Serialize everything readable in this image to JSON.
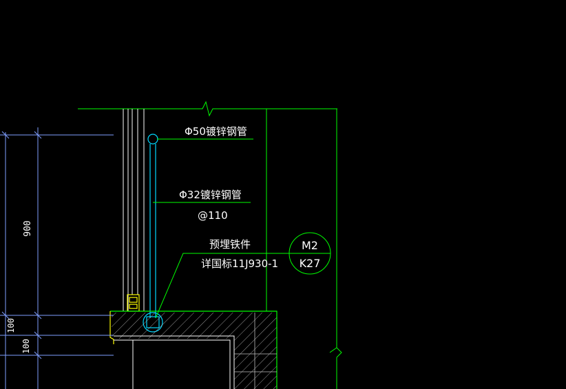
{
  "colors": {
    "background": "#000000",
    "green": "#00ff00",
    "cyan": "#00d8ff",
    "blue_dim": "#7f9fff",
    "white": "#ffffff",
    "yellow": "#ffff00",
    "gray": "#bfbfbf"
  },
  "callouts": {
    "pipe50": "Φ50镀锌钢管",
    "pipe32": "Φ32镀锌钢管",
    "spacing": "@110",
    "embed_title": "预埋铁件",
    "embed_ref": "详国标11J930-1"
  },
  "detail_bubble": {
    "top": "M2",
    "bottom": "K27"
  },
  "dimensions": {
    "d900": "900",
    "d100a": "100",
    "d100b": "100"
  }
}
